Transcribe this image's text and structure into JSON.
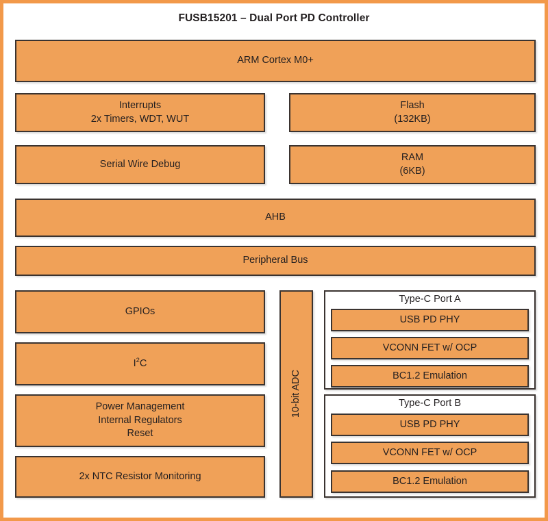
{
  "diagram": {
    "title": "FUSB15201 – Dual Port PD Controller",
    "colors": {
      "block_fill": "#F0A158",
      "block_border": "#3A3330",
      "frame": "#F2994A",
      "text": "#231F20",
      "background": "#FFFFFF"
    },
    "blocks": {
      "cpu": {
        "label": "ARM Cortex M0+"
      },
      "interrupts": {
        "line1": "Interrupts",
        "line2": "2x Timers, WDT, WUT"
      },
      "flash": {
        "line1": "Flash",
        "line2": "(132KB)"
      },
      "swd": {
        "label": "Serial Wire Debug"
      },
      "ram": {
        "line1": "RAM",
        "line2": "(6KB)"
      },
      "ahb": {
        "label": "AHB"
      },
      "peripheral_bus": {
        "label": "Peripheral Bus"
      },
      "gpios": {
        "label": "GPIOs"
      },
      "i2c": {
        "prefix": "I",
        "sup": "2",
        "suffix": "C"
      },
      "power": {
        "line1": "Power Management",
        "line2": "Internal Regulators",
        "line3": "Reset"
      },
      "ntc": {
        "label": "2x NTC Resistor Monitoring"
      },
      "adc": {
        "label": "10-bit ADC"
      }
    },
    "ports": [
      {
        "title": "Type-C Port A",
        "items": [
          {
            "label": "USB PD PHY"
          },
          {
            "label": "VCONN FET w/ OCP"
          },
          {
            "label": "BC1.2 Emulation"
          }
        ]
      },
      {
        "title": "Type-C Port B",
        "items": [
          {
            "label": "USB PD PHY"
          },
          {
            "label": "VCONN FET w/ OCP"
          },
          {
            "label": "BC1.2 Emulation"
          }
        ]
      }
    ]
  }
}
